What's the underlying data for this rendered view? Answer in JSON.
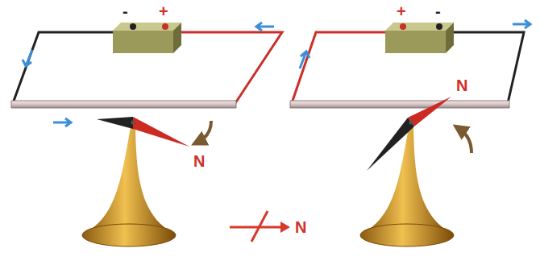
{
  "diagram": {
    "labels": [
      "-",
      "+",
      "N",
      "+",
      "-",
      "N",
      "N"
    ]
  }
}
